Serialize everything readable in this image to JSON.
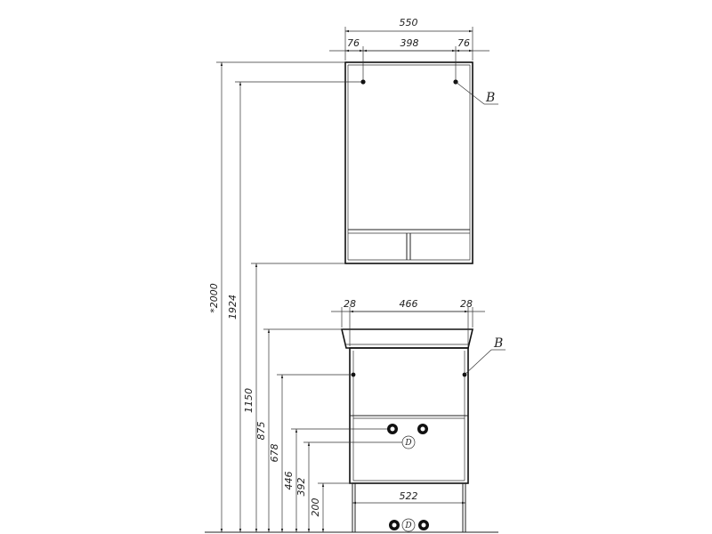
{
  "cabinet_top": {
    "overall_width": "550",
    "left_offset": "76",
    "hole_spacing": "398",
    "right_offset": "76",
    "callout": "B"
  },
  "vanity": {
    "left_offset": "28",
    "middle_width": "466",
    "right_offset": "28",
    "callout": "B",
    "leg_spacing": "522",
    "pipe_callout": "D"
  },
  "heights": {
    "total": "*2000",
    "hook_height": "1924",
    "cabinet_bottom": "1150",
    "vanity_top": "875",
    "vanity_holes": "678",
    "pipe_upper": "446",
    "pipe_lower": "392",
    "legs": "200"
  },
  "colors": {
    "line": "#222222",
    "background": "#ffffff"
  }
}
